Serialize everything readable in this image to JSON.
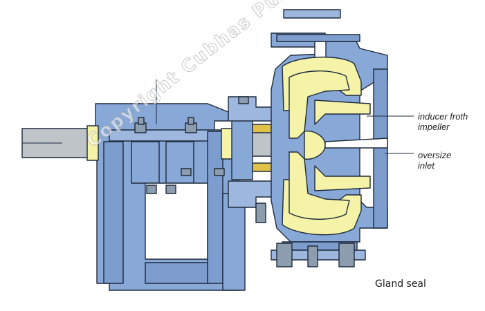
{
  "labels": {
    "inducer": [
      "inducer froth",
      "impeller"
    ],
    "inlet": [
      "oversize",
      "inlet"
    ],
    "caption": "Gland seal"
  },
  "watermark": "Copyright Cubhas Pump",
  "colors": {
    "casing": "#88a8d8",
    "liner": "#f5f3a8",
    "outline": "#1e2a3a",
    "shaft": "#bfc4c9"
  }
}
